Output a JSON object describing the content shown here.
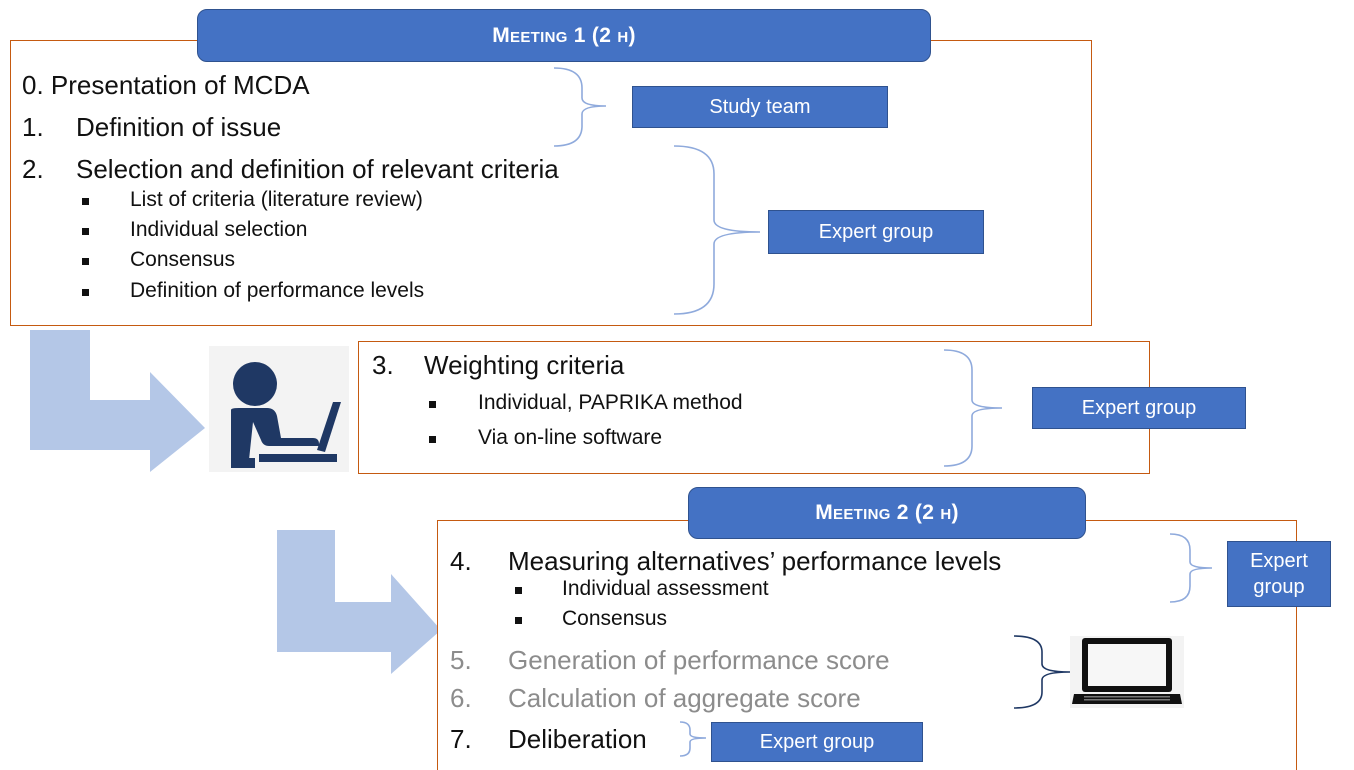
{
  "meeting1": {
    "header": "Meeting 1 (2 h)",
    "step0": "0. Presentation of MCDA",
    "step1": {
      "num": "1.",
      "text": "Definition of issue"
    },
    "step2": {
      "num": "2.",
      "text": "Selection and definition of relevant criteria"
    },
    "step2_bullets": [
      "List of criteria (literature review)",
      "Individual selection",
      "Consensus",
      "Definition of performance levels"
    ],
    "tag_study_team": "Study team",
    "tag_expert_group": "Expert group"
  },
  "step3": {
    "num": "3.",
    "text": "Weighting criteria",
    "bullets": [
      "Individual, PAPRIKA method",
      "Via on-line software"
    ],
    "tag": "Expert group"
  },
  "meeting2": {
    "header": "Meeting 2 (2 h)",
    "step4": {
      "num": "4.",
      "text": "Measuring alternatives’ performance levels"
    },
    "step4_bullets": [
      "Individual assessment",
      "Consensus"
    ],
    "step4_tag_line1": "Expert",
    "step4_tag_line2": "group",
    "step5": {
      "num": "5.",
      "text": "Generation of performance score"
    },
    "step6": {
      "num": "6.",
      "text": "Calculation of aggregate score"
    },
    "step7": {
      "num": "7.",
      "text": "Deliberation"
    },
    "step7_tag": "Expert group"
  },
  "colors": {
    "box_border": "#c55a11",
    "tag_fill": "#4472c4",
    "arrow_fill": "#b4c7e7",
    "icon_fill": "#1f3864",
    "grey_text": "#8c8c8c"
  },
  "icons": [
    "person-at-laptop-icon",
    "laptop-icon"
  ]
}
